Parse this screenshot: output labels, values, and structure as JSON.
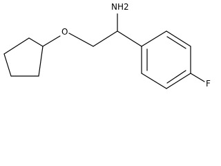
{
  "molecule": {
    "atoms": {
      "amine": "NH2",
      "ether_oxygen": "O",
      "fluorine": "F"
    },
    "colors": {
      "bond": "#000000",
      "label": "#000000",
      "background": "#ffffff"
    }
  }
}
